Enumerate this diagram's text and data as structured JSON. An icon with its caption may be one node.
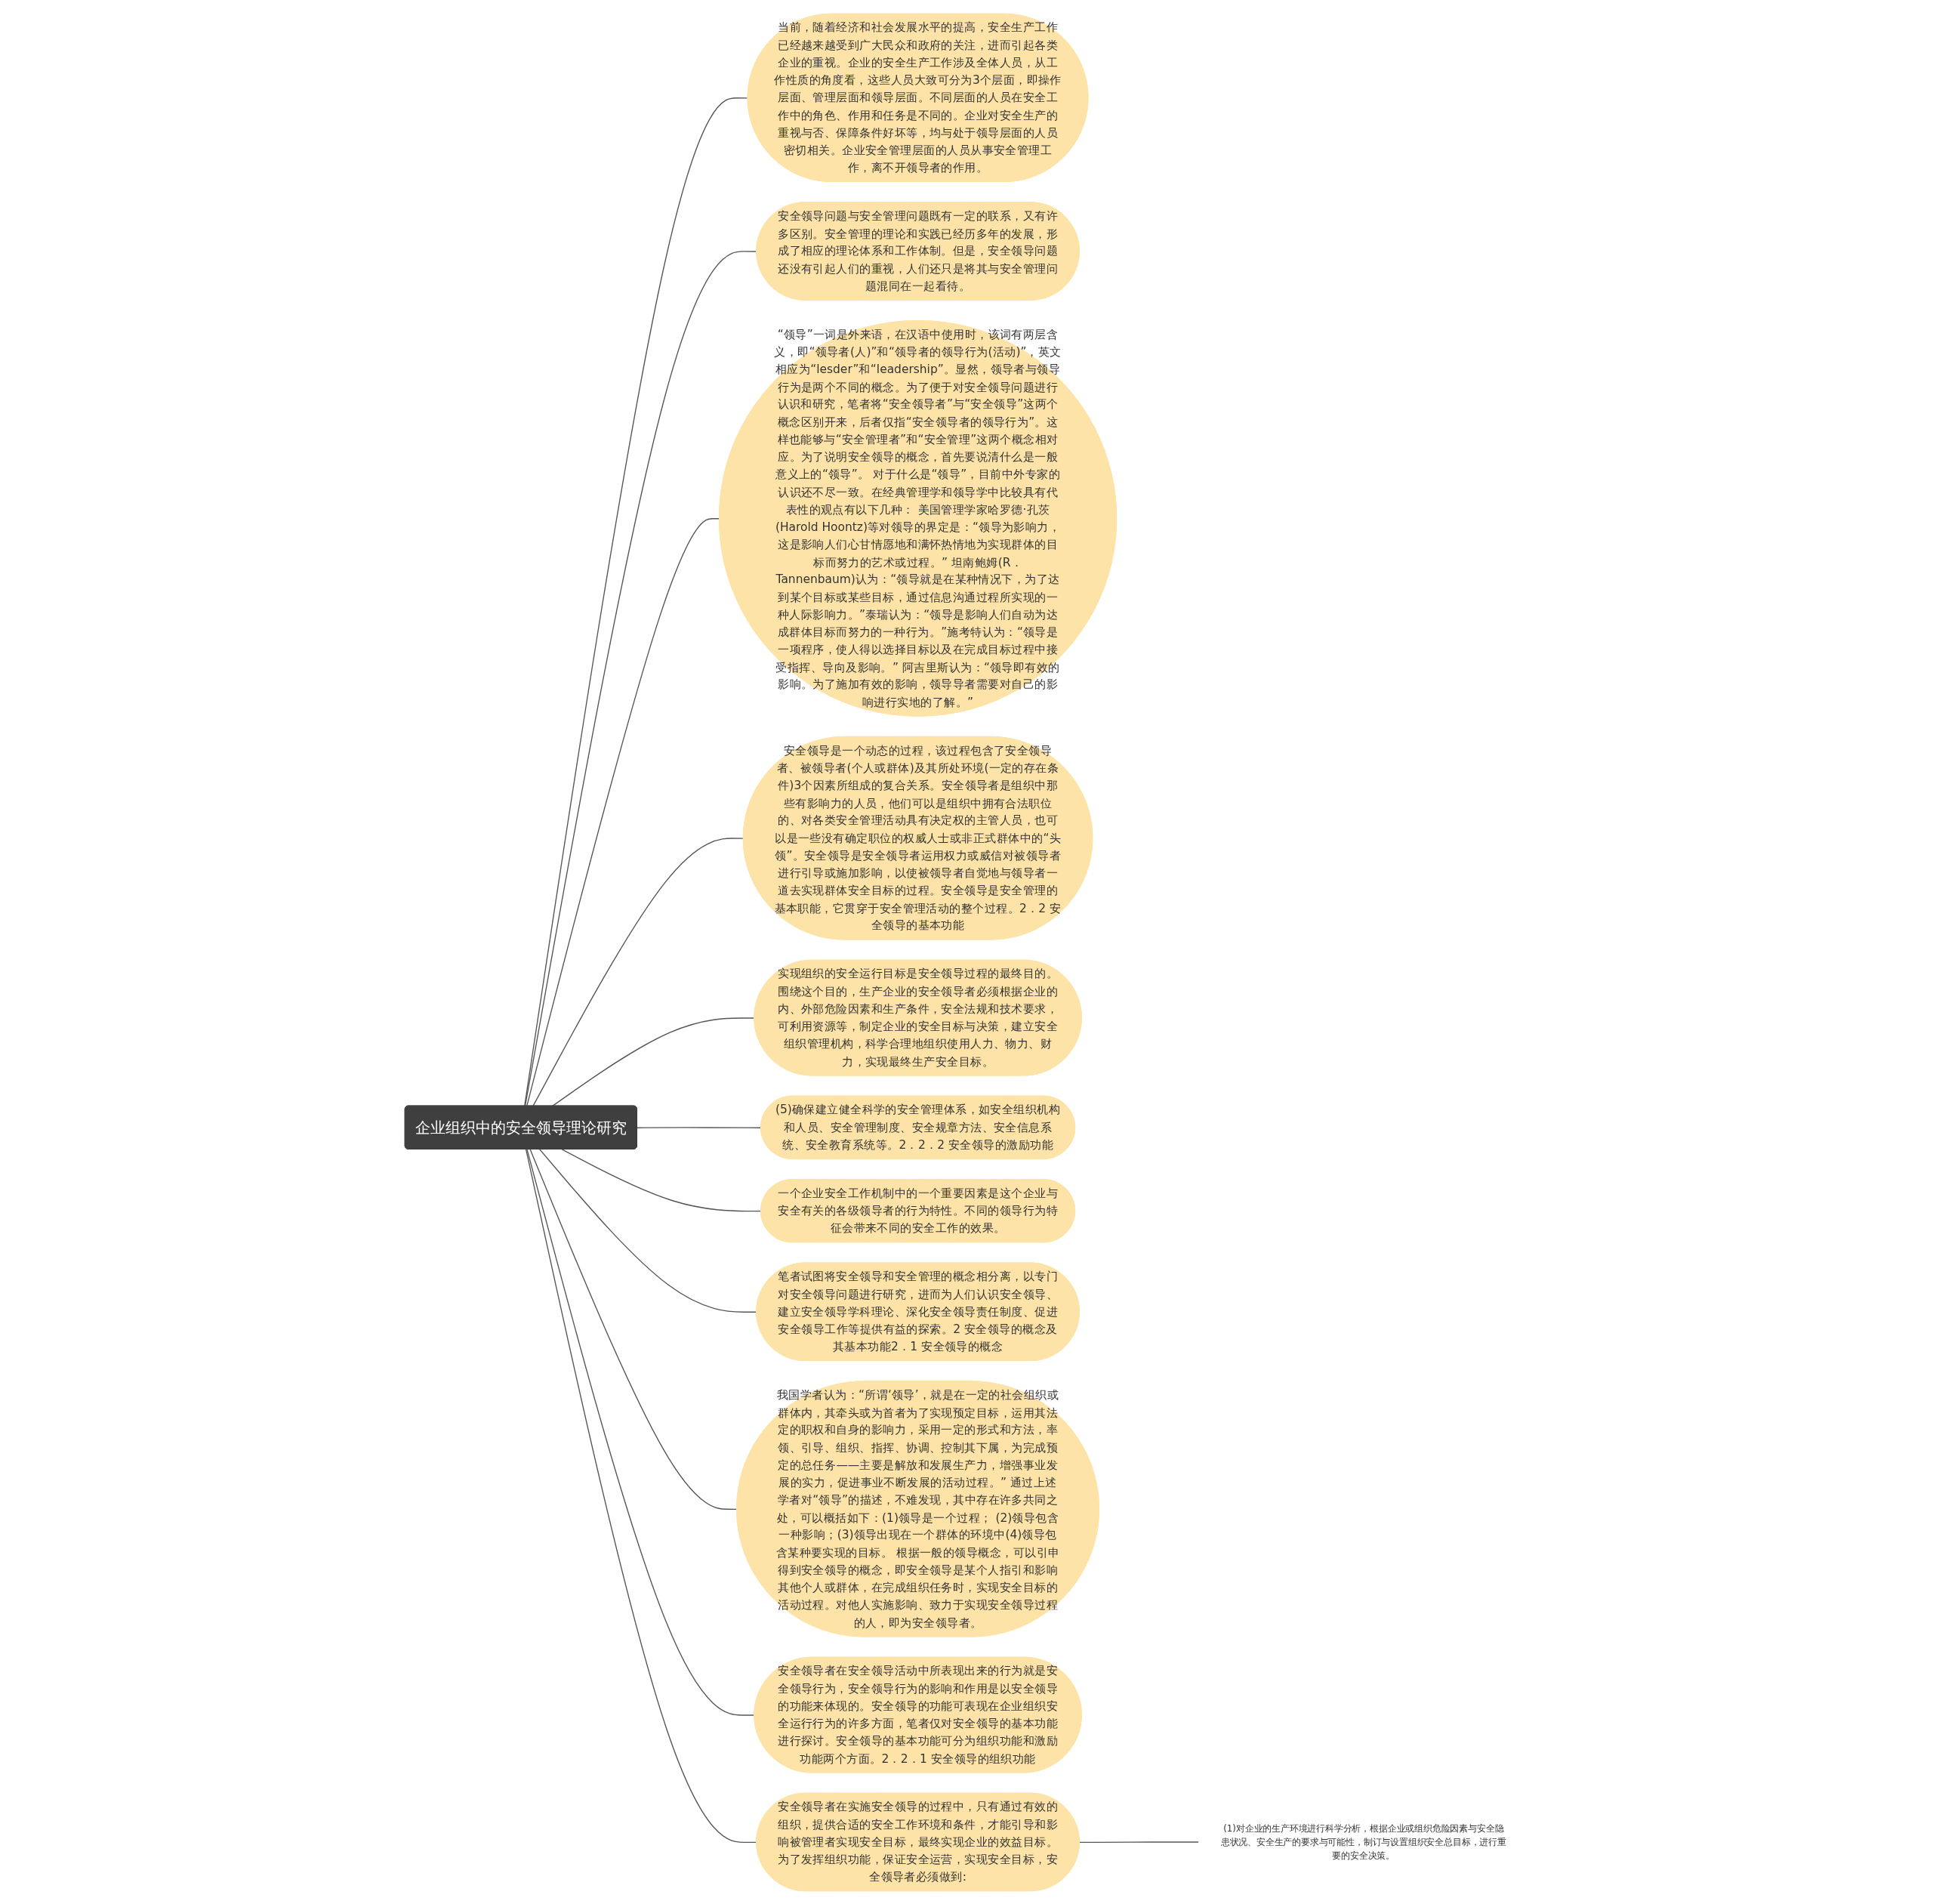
{
  "diagram": {
    "nodes": [
      {
        "text": [
          "企业组织中的安全领导理论研究"
        ]
      },
      {
        "text": [
          "当前，随着经济和社会发展水平的提高，安全生产工作已经越来越受到广大民众和政府的关注，进而引起各类企业的重视。企业的安全生产工作涉及全体人员，从工作性质的角度看，这些人员大致可分为3个层面，即操作层面、管理层面和领导层面。不同层面的人员在安全工作中的角色、作用和任务是不同的。企业对安全生产的重视与否、保障条件好坏等，均与处于领导层面的人员密切相关。企业安全管理层面的人员从事安全管理工作，离不开领导者的作用。"
        ]
      },
      {
        "text": [
          "安全领导问题与安全管理问题既有一定的联系，又有许多区别。安全管理的理论和实践已经历多年的发展，形成了相应的理论体系和工作体制。但是，安全领导问题还没有引起人们的重视，人们还只是将其与安全管理问题混同在一起看待。"
        ]
      },
      {
        "text": [
          "“领导”一词是外来语，在汉语中使用时，该词有两层含义，即“领导者(人)”和“领导者的领导行为(活动)”，英文相应为“lesder”和“leadership”。显然，领导者与领导行为是两个不同的概念。为了便于对安全领导问题进行认识和研究，笔者将“安全领导者”与“安全领导”这两个概念区别开来，后者仅指“安全领导者的领导行为”。这样也能够与“安全管理者”和“安全管理”这两个概念相对应。为了说明安全领导的概念，首先要说清什么是一般意义上的“领导”。 对于什么是“领导”，目前中外专家的认识还不尽一致。在经典管理学和领导学中比较具有代表性的观点有以下几种： 美国管理学家哈罗德·孔茨(Harold Hoontz)等对领导的界定是：“领导为影响力，这是影响人们心甘情愿地和满怀热情地为实现群体的目标而努力的艺术或过程。” 坦南鲍姆(R．Tannenbaum)认为：“领导就是在某种情况下，为了达到某个目标或某些目标，通过信息沟通过程所实现的一种人际影响力。”泰瑞认为：“领导是影响人们自动为达成群体目标而努力的一种行为。”施考特认为：“领导是一项程序，使人得以选择目标以及在完成目标过程中接受指挥、导向及影响。” 阿吉里斯认为：“领导即有效的影响。为了施加有效的影响，领导导者需要对自己的影响进行实地的了解。”"
        ]
      },
      {
        "text": [
          "安全领导是一个动态的过程，该过程包含了安全领导者、被领导者(个人或群体)及其所处环境(一定的存在条件)3个因素所组成的复合关系。安全领导者是组织中那些有影响力的人员，他们可以是组织中拥有合法职位的、对各类安全管理活动具有决定权的主管人员，也可以是一些没有确定职位的权威人士或非正式群体中的“头领”。安全领导是安全领导者运用权力或威信对被领导者进行引导或施加影响，以使被领导者自觉地与领导者一道去实现群体安全目标的过程。安全领导是安全管理的基本职能，它贯穿于安全管理活动的整个过程。2．2 安全领导的基本功能"
        ]
      },
      {
        "text": [
          "实现组织的安全运行目标是安全领导过程的最终目的。围绕这个目的，生产企业的安全领导者必须根据企业的内、外部危险因素和生产条件，安全法规和技术要求，可利用资源等，制定企业的安全目标与决策，建立安全组织管理机构，科学合理地组织使用人力、物力、财力，实现最终生产安全目标。"
        ]
      },
      {
        "text": [
          "(5)确保建立健全科学的安全管理体系，如安全组织机构和人员、安全管理制度、安全规章方法、安全信息系统、安全教育系统等。2．2．2 安全领导的激励功能"
        ]
      },
      {
        "text": [
          "一个企业安全工作机制中的一个重要因素是这个企业与安全有关的各级领导者的行为特性。不同的领导行为特征会带来不同的安全工作的效果。"
        ]
      },
      {
        "text": [
          "笔者试图将安全领导和安全管理的概念相分离，以专门对安全领导问题进行研究，进而为人们认识安全领导、建立安全领导学科理论、深化安全领导责任制度、促进安全领导工作等提供有益的探索。2 安全领导的概念及其基本功能2．1 安全领导的概念"
        ]
      },
      {
        "text": [
          "我国学者认为：“所谓‘领导’，就是在一定的社会组织或群体内，其牵头或为首者为了实现预定目标，运用其法定的职权和自身的影响力，采用一定的形式和方法，率领、引导、组织、指挥、协调、控制其下属，为完成预定的总任务——主要是解放和发展生产力，增强事业发展的实力，促进事业不断发展的活动过程。” 通过上述学者对“领导”的描述，不难发现，其中存在许多共同之处，可以概括如下：(1)领导是一个过程； (2)领导包含一种影响；(3)领导出现在一个群体的环境中(4)领导包含某种要实现的目标。 根据一般的领导概念，可以引申得到安全领导的概念，即安全领导是某个人指引和影响其他个人或群体，在完成组织任务时，实现安全目标的活动过程。对他人实施影响、致力于实现安全领导过程的人，即为安全领导者。"
        ]
      },
      {
        "text": [
          "安全领导者在安全领导活动中所表现出来的行为就是安全领导行为，安全领导行为的影响和作用是以安全领导的功能来体现的。安全领导的功能可表现在企业组织安全运行行为的许多方面，笔者仅对安全领导的基本功能进行探讨。安全领导的基本功能可分为组织功能和激励功能两个方面。2．2．1 安全领导的组织功能"
        ]
      },
      {
        "text": [
          "安全领导者在实施安全领导的过程中，只有通过有效的组织，提供合适的安全工作环境和条件，才能引导和影响被管理者实现安全目标，最终实现企业的效益目标。为了发挥组织功能，保证安全运营，实现安全目标，安全领导者必须做到:"
        ]
      },
      {
        "text": [
          "(1)对企业的生产环境进行科学分析，根据企业或组织危险因素与安全隐患状况、安全生产的要求与可能性，制订与设置组织安全总目标，进行重要的安全决策。"
        ]
      }
    ],
    "edges": [
      {
        "from": 0,
        "to": 1,
        "arrow": "none"
      },
      {
        "from": 0,
        "to": 2,
        "arrow": "none"
      },
      {
        "from": 0,
        "to": 3,
        "arrow": "none"
      },
      {
        "from": 0,
        "to": 4,
        "arrow": "none"
      },
      {
        "from": 0,
        "to": 5,
        "arrow": "none"
      },
      {
        "from": 0,
        "to": 6,
        "arrow": "none"
      },
      {
        "from": 0,
        "to": 7,
        "arrow": "none"
      },
      {
        "from": 0,
        "to": 8,
        "arrow": "none"
      },
      {
        "from": 0,
        "to": 9,
        "arrow": "none"
      },
      {
        "from": 0,
        "to": 10,
        "arrow": "none"
      },
      {
        "from": 0,
        "to": 11,
        "arrow": "none"
      },
      {
        "from": 11,
        "to": 12,
        "arrow": "none"
      }
    ]
  }
}
